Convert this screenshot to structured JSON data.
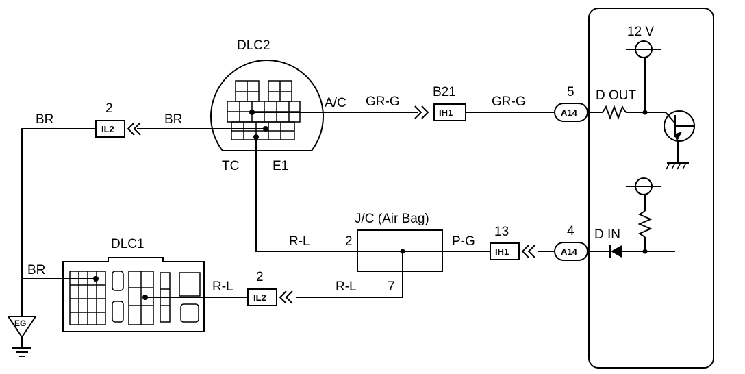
{
  "components": {
    "dlc2": "DLC2",
    "dlc1": "DLC1",
    "jc": "J/C (Air Bag)",
    "eg_ground": "EG"
  },
  "terminals": {
    "tc": "TC",
    "e1": "E1",
    "ac": "A/C",
    "ecu_supply": "12 V",
    "d_out": "D OUT",
    "d_in": "D IN"
  },
  "wires": {
    "br_left": "BR",
    "br_mid": "BR",
    "br_dlc1": "BR",
    "grg_1": "GR-G",
    "grg_2": "GR-G",
    "rl_top": "R-L",
    "rl_mid": "R-L",
    "rl_dlc1": "R-L",
    "pg": "P-G"
  },
  "pins": {
    "il2_top": "2",
    "b21": "B21",
    "a14_top": "5",
    "jc_left": "2",
    "jc_bottom": "7",
    "ih1_bottom": "13",
    "a14_bottom": "4",
    "il2_bottom": "2"
  },
  "connectors": {
    "il2_top": "IL2",
    "ih1_top": "IH1",
    "a14_top": "A14",
    "ih1_bottom": "IH1",
    "a14_bottom": "A14",
    "il2_bottom": "IL2"
  }
}
